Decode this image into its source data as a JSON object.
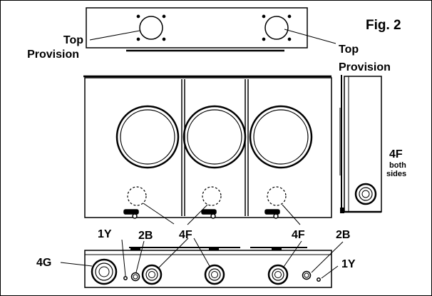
{
  "figure": {
    "title": "Fig. 2"
  },
  "labels": {
    "top_provision_left": [
      "Top",
      "Provision"
    ],
    "top_provision_right": [
      "Top",
      "Provision"
    ],
    "side_4f": [
      "4F",
      "both",
      "sides"
    ],
    "l_1y_left": "1Y",
    "l_2b_left": "2B",
    "l_4f_mid": "4F",
    "l_4f_right": "4F",
    "l_2b_right": "2B",
    "l_1y_right": "1Y",
    "l_4g": "4G"
  },
  "colors": {
    "ink": "#000000",
    "background": "#ffffff"
  }
}
